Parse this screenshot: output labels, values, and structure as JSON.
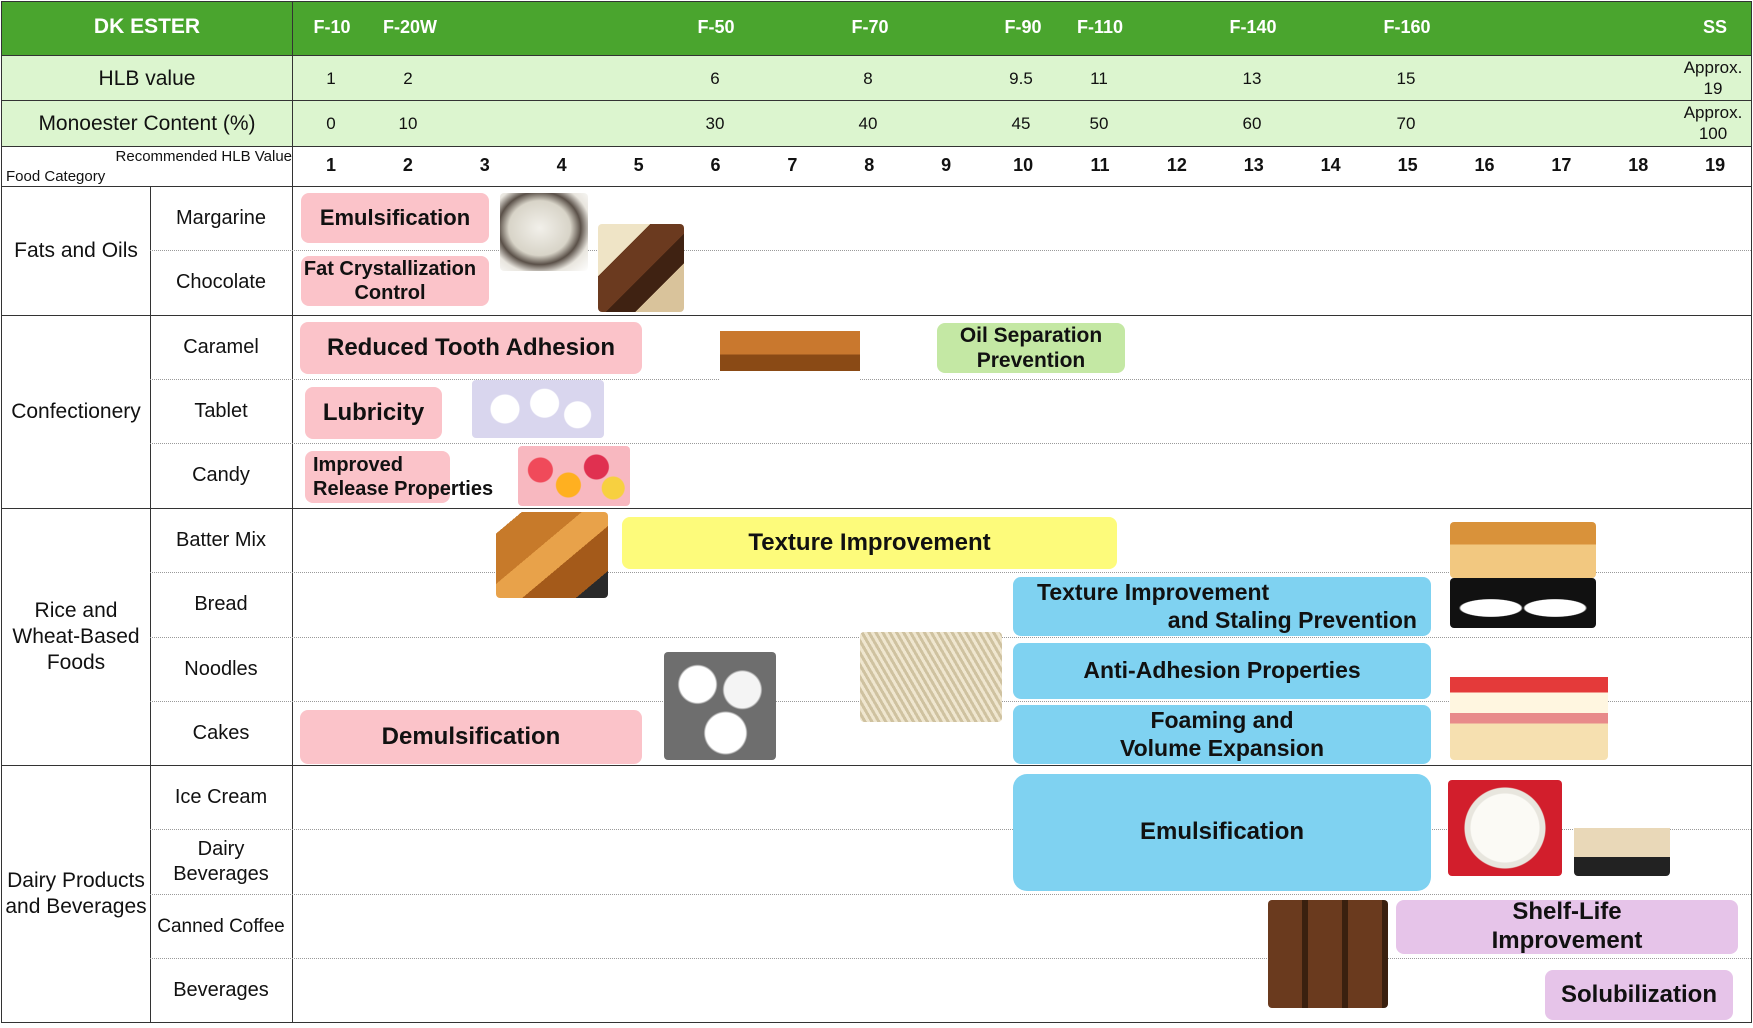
{
  "header": {
    "title": "DK ESTER",
    "products": [
      "F-10",
      "F-20W",
      "F-50",
      "F-70",
      "F-90",
      "F-110",
      "F-140",
      "F-160",
      "SS"
    ]
  },
  "rows": {
    "hlb_label": "HLB value",
    "hlb_values": [
      "1",
      "2",
      "6",
      "8",
      "9.5",
      "11",
      "13",
      "15"
    ],
    "mono_label": "Monoester Content (%)",
    "mono_values": [
      "0",
      "10",
      "30",
      "40",
      "45",
      "50",
      "60",
      "70"
    ],
    "ss_approx": "Approx.",
    "ss_hlb": "19",
    "ss_mono": "100",
    "recommended_label": "Recommended HLB Value",
    "food_category_label": "Food Category",
    "scale": [
      "1",
      "2",
      "3",
      "4",
      "5",
      "6",
      "7",
      "8",
      "9",
      "10",
      "11",
      "12",
      "13",
      "14",
      "15",
      "16",
      "17",
      "18",
      "19"
    ]
  },
  "categories": {
    "fats": "Fats and Oils",
    "confectionery": "Confectionery",
    "rice": "Rice and Wheat-Based Foods",
    "dairy": "Dairy Products and Beverages"
  },
  "subcategories": {
    "margarine": "Margarine",
    "chocolate": "Chocolate",
    "caramel": "Caramel",
    "tablet": "Tablet",
    "candy": "Candy",
    "batter": "Batter Mix",
    "bread": "Bread",
    "noodles": "Noodles",
    "cakes": "Cakes",
    "icecream": "Ice Cream",
    "dairy_bev": "Dairy Beverages",
    "canned_coffee": "Canned Coffee",
    "beverages": "Beverages"
  },
  "functions": {
    "emulsification_fat": "Emulsification",
    "fat_cryst_1": "Fat Crystallization",
    "fat_cryst_2": "Control",
    "tooth": "Reduced Tooth Adhesion",
    "oil_sep_1": "Oil Separation",
    "oil_sep_2": "Prevention",
    "lubricity": "Lubricity",
    "release_1": "Improved",
    "release_2": "Release Properties",
    "texture": "Texture Improvement",
    "staling_1": "Texture Improvement",
    "staling_2": "and Staling Prevention",
    "anti_adhesion": "Anti-Adhesion Properties",
    "demulsification": "Demulsification",
    "foaming_1": "Foaming and",
    "foaming_2": "Volume Expansion",
    "emulsification_dairy": "Emulsification",
    "shelf_1": "Shelf-Life",
    "shelf_2": "Improvement",
    "solubilization": "Solubilization"
  },
  "images": [
    "margarine-photo",
    "chocolate-photo",
    "caramel-photo",
    "tablet-photo",
    "candy-photo",
    "tempura-photo",
    "meringue-photo",
    "noodles-photo",
    "bread-photo",
    "mochi-photo",
    "cake-photo",
    "ice-cream-photo",
    "milk-coffee-photo",
    "bottled-coffee-photo"
  ],
  "colors": {
    "header_green": "#4aa52e",
    "band_green": "#dcf5cf",
    "pink": "#fbc3c9",
    "light_green": "#c4e8a4",
    "yellow": "#fdfb7b",
    "blue": "#7fd2f1",
    "purple": "#e6c4e9"
  }
}
